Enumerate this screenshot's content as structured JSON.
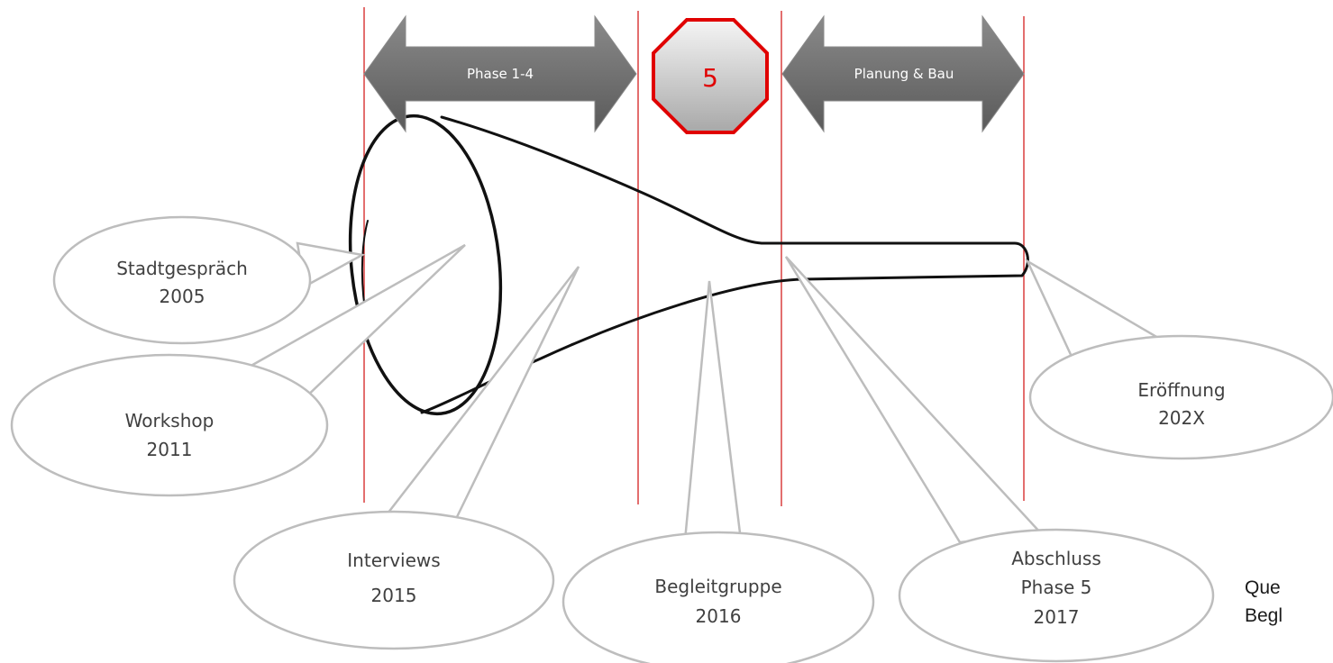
{
  "phases": {
    "phase_1_4_label": "Phase 1-4",
    "stop_label": "5",
    "planung_bau_label": "Planung & Bau"
  },
  "milestones": [
    {
      "label_line1": "Stadtgespräch",
      "label_line2": "2005",
      "label_line3": ""
    },
    {
      "label_line1": "Workshop",
      "label_line2": "2011",
      "label_line3": ""
    },
    {
      "label_line1": "Interviews",
      "label_line2": "2015",
      "label_line3": ""
    },
    {
      "label_line1": "Begleitgruppe",
      "label_line2": "2016",
      "label_line3": ""
    },
    {
      "label_line1": "Abschluss",
      "label_line2": "Phase 5",
      "label_line3": "2017"
    },
    {
      "label_line1": "Eröffnung",
      "label_line2": "202X",
      "label_line3": ""
    }
  ],
  "source": {
    "line1": "Que",
    "line2": "Begl"
  },
  "colors": {
    "divider": "#d42020",
    "arrow_fill": "#6b6b6b",
    "stop_border": "#e00000",
    "callout_border": "#bdbdbd",
    "callout_text": "#404040"
  }
}
